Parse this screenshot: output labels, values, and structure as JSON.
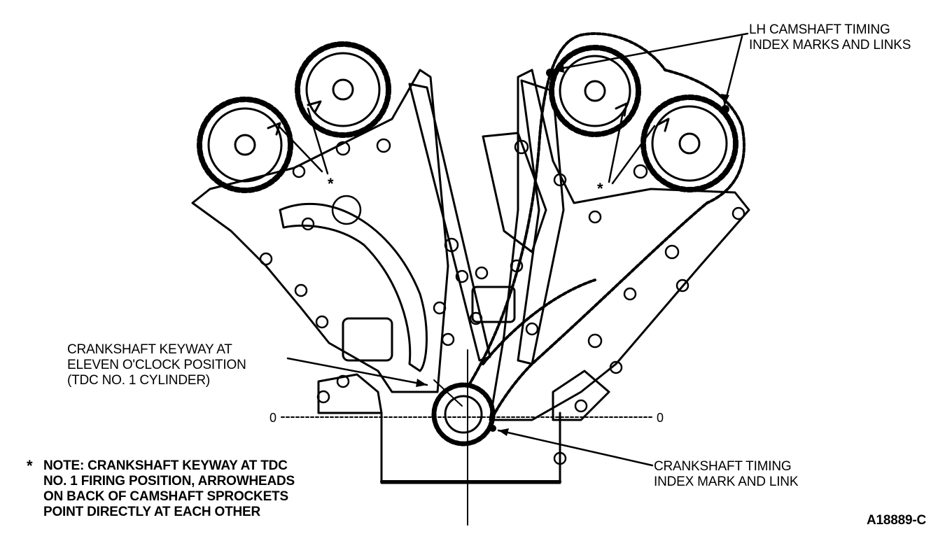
{
  "labels": {
    "lh_cam": [
      "LH CAMSHAFT TIMING",
      "INDEX MARKS AND LINKS"
    ],
    "crank_keyway": [
      "CRANKSHAFT KEYWAY AT",
      "ELEVEN O'CLOCK POSITION",
      "(TDC NO. 1 CYLINDER)"
    ],
    "crank_timing": [
      "CRANKSHAFT TIMING",
      "INDEX MARK AND LINK"
    ],
    "note": [
      "NOTE: CRANKSHAFT KEYWAY AT TDC",
      "NO. 1 FIRING POSITION, ARROWHEADS",
      "ON BACK OF CAMSHAFT SPROCKETS",
      "POINT DIRECTLY AT EACH OTHER"
    ],
    "note_symbol": "*",
    "figure_id": "A18889-C",
    "zero_left": "0",
    "zero_right": "0",
    "asterisk": "*"
  },
  "colors": {
    "ink": "#000000",
    "paper": "#ffffff"
  }
}
